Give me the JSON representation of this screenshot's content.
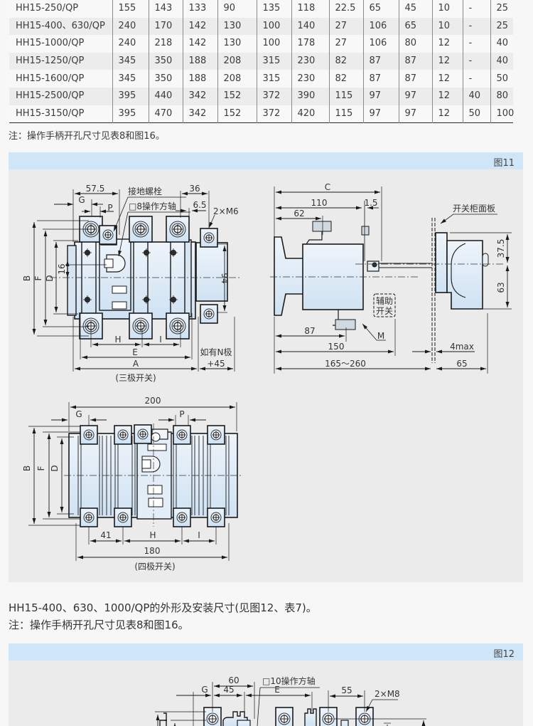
{
  "spec_table": {
    "rows": [
      [
        "HH15-250/QP",
        "155",
        "143",
        "133",
        "90",
        "135",
        "118",
        "22.5",
        "65",
        "45",
        "10",
        "-",
        "25"
      ],
      [
        "HH15-400、630/QP",
        "240",
        "170",
        "142",
        "130",
        "100",
        "140",
        "27",
        "106",
        "65",
        "10",
        "-",
        "25"
      ],
      [
        "HH15-1000/QP",
        "240",
        "218",
        "142",
        "130",
        "100",
        "178",
        "27",
        "106",
        "80",
        "12",
        "-",
        "40"
      ],
      [
        "HH15-1250/QP",
        "345",
        "350",
        "188",
        "208",
        "315",
        "230",
        "82",
        "87",
        "87",
        "12",
        "-",
        "40"
      ],
      [
        "HH15-1600/QP",
        "345",
        "350",
        "188",
        "208",
        "315",
        "230",
        "82",
        "87",
        "87",
        "12",
        "-",
        "50"
      ],
      [
        "HH15-2500/QP",
        "395",
        "440",
        "342",
        "152",
        "372",
        "390",
        "115",
        "97",
        "97",
        "12",
        "40",
        "80"
      ],
      [
        "HH15-3150/QP",
        "395",
        "470",
        "342",
        "152",
        "372",
        "420",
        "115",
        "97",
        "97",
        "12",
        "50",
        "100"
      ]
    ],
    "note": "注：操作手柄开孔尺寸见表8和图16。"
  },
  "figure11": {
    "label": "图11",
    "front_view": {
      "dims": {
        "d57_5": "57.5",
        "G": "G",
        "P": "P",
        "d36": "36",
        "d6_5": "6.5",
        "B": "B",
        "F": "F",
        "D": "D",
        "d16": "16",
        "d94": "94",
        "H": "H",
        "I": "I",
        "E": "E",
        "A": "A",
        "plus45": "+45"
      },
      "callouts": {
        "ground_bolt": "接地螺栓",
        "shaft": "□8操作方轴",
        "m6": "2×M6",
        "n_pole": "如有N极"
      },
      "caption": "(三极开关)"
    },
    "side_view": {
      "dims": {
        "C": "C",
        "d110": "110",
        "d1_5": "1.5",
        "d62": "62",
        "d87": "87",
        "d150": "150",
        "range": "165～260",
        "d4max": "4max",
        "d65": "65",
        "d37_5": "37.5",
        "d63": "63",
        "M": "M"
      },
      "callouts": {
        "panel": "开关柜面板",
        "aux_switch_1": "辅助",
        "aux_switch_2": "开关"
      }
    },
    "four_pole_view": {
      "dims": {
        "d200": "200",
        "G": "G",
        "P": "P",
        "B": "B",
        "F": "F",
        "D": "D",
        "d41": "41",
        "H": "H",
        "I": "I",
        "d180": "180"
      },
      "caption": "(四极开关)"
    }
  },
  "section_text": {
    "line1": "HH15-400、630、1000/QP的外形及安装尺寸(见图12、表7)。",
    "line2": "注：操作手柄开孔尺寸见表8和图16。"
  },
  "figure12": {
    "label": "图12",
    "dims": {
      "d60": "60",
      "G": "G",
      "d45": "45",
      "E": "E",
      "d55": "55"
    },
    "callouts": {
      "shaft": "□10操作方轴",
      "m8": "2×M8"
    }
  },
  "colors": {
    "header_band": "#cfe6f8",
    "panel_bg": "#ebebeb",
    "part_fill": "#dbe9f6",
    "line": "#1f1f1f"
  }
}
